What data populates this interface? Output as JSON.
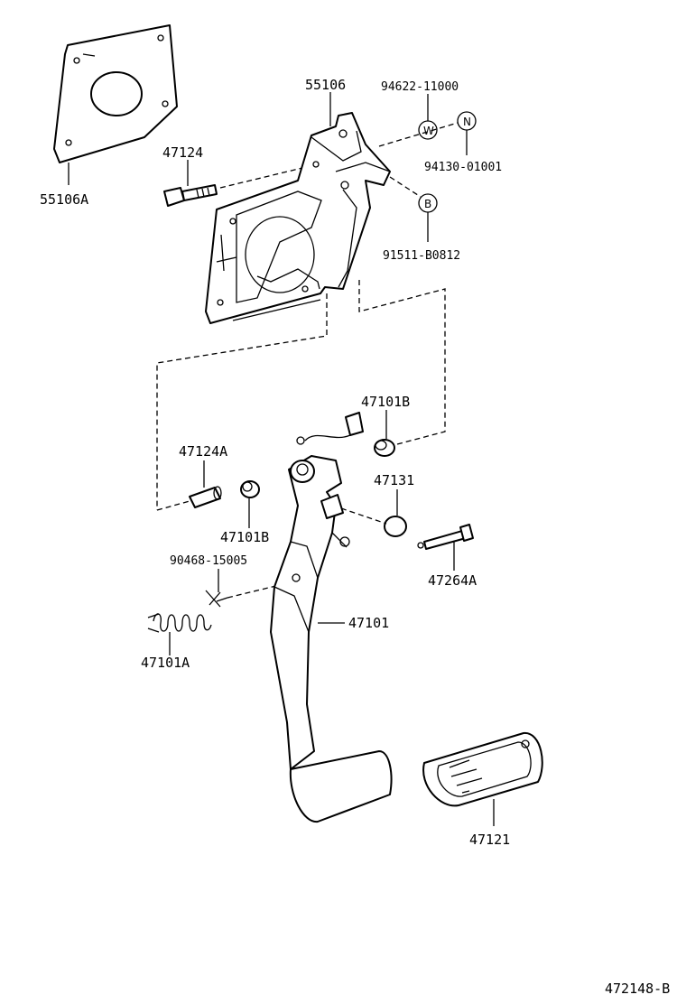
{
  "diagram": {
    "labels": {
      "p55106A": "55106A",
      "p55106": "55106",
      "p94622": "94622-11000",
      "p94130": "94130-01001",
      "p47124": "47124",
      "p91511": "91511-B0812",
      "p47101B_top": "47101B",
      "p47124A": "47124A",
      "p47131": "47131",
      "p47101B_mid": "47101B",
      "p90468": "90468-15005",
      "p47264A": "47264A",
      "p47101": "47101",
      "p47101A": "47101A",
      "p47121": "47121"
    },
    "symbols": {
      "washer": "W",
      "nut": "N",
      "bolt": "B"
    },
    "figure_code": "472148-B"
  }
}
